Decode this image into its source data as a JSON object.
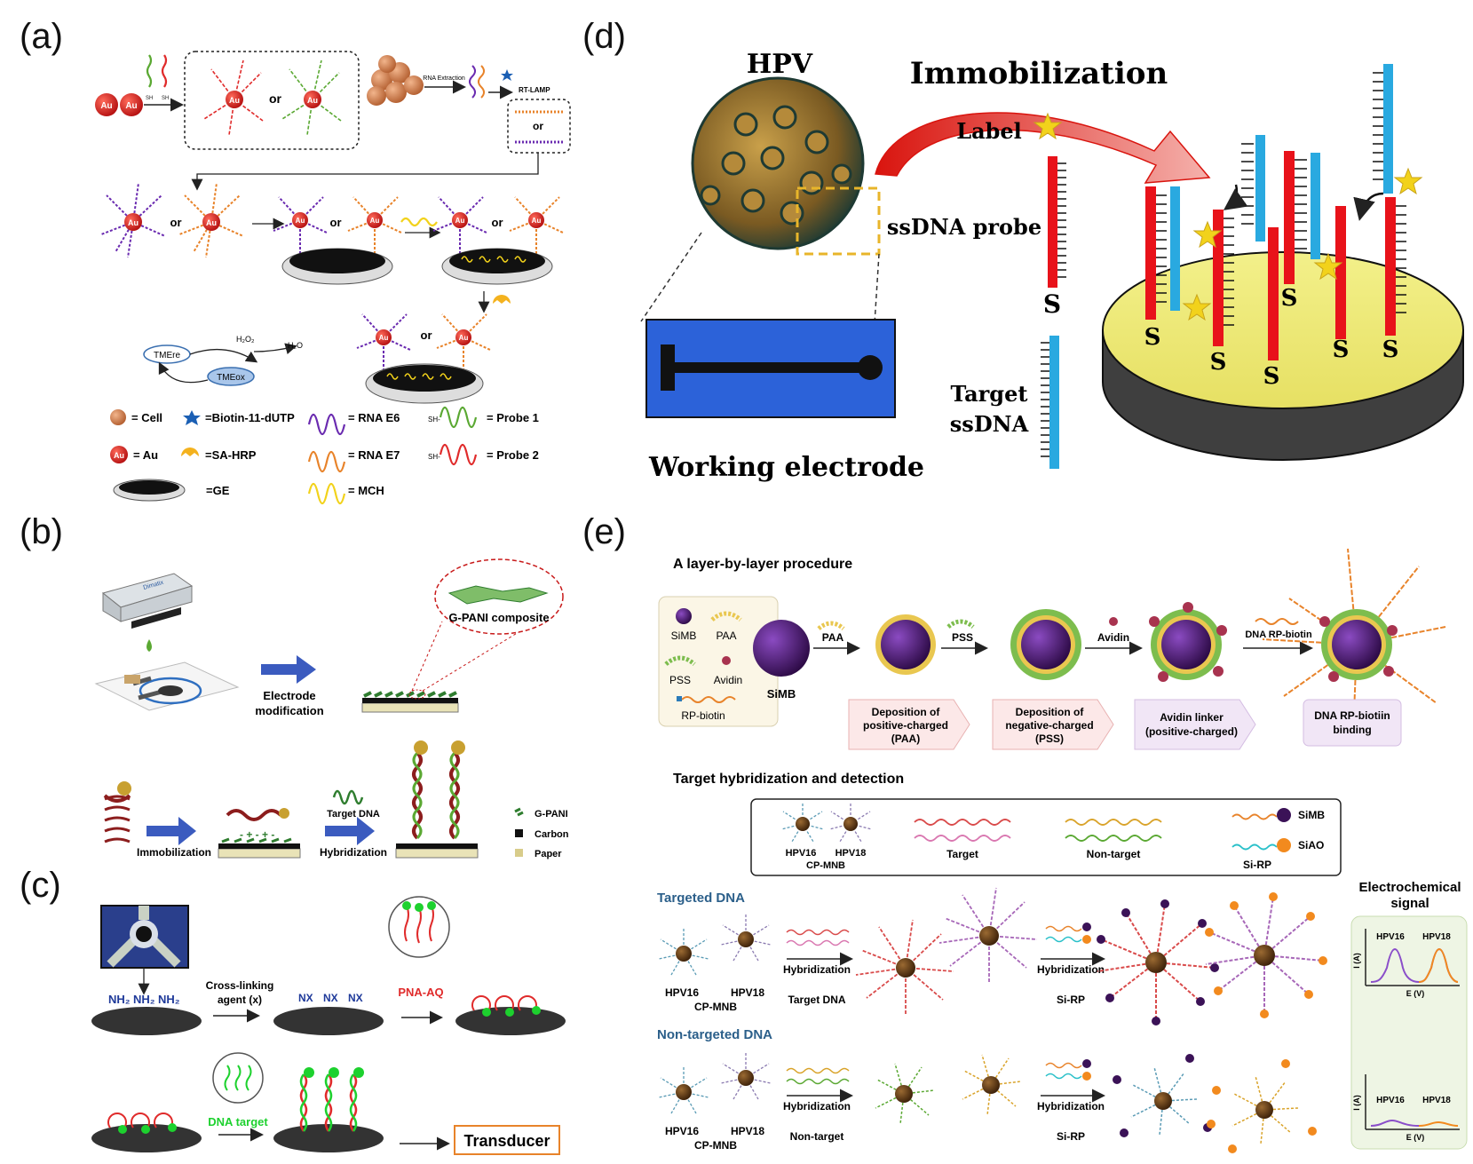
{
  "panels": {
    "a": {
      "label": "(a)",
      "au": "Au",
      "sh": "SH",
      "or": "or",
      "rna_extraction": "RNA Extraction",
      "rt_lamp": "RT-LAMP",
      "h2o2": "H₂O₂",
      "h2o": "H₂O",
      "tme_re": "TMEre",
      "tme_ox": "TMEox",
      "legend": {
        "cell": "= Cell",
        "biotin": "=Biotin-11-dUTP",
        "rna_e6": "= RNA E6",
        "probe1": "= Probe 1",
        "au": "= Au",
        "sa_hrp": "=SA-HRP",
        "rna_e7": "= RNA E7",
        "probe2": "= Probe 2",
        "ge": "=GE",
        "mch": "= MCH",
        "sh_prefix": "SH-"
      }
    },
    "b": {
      "label": "(b)",
      "composite": "G-PANI composite",
      "electrode_mod_1": "Electrode",
      "electrode_mod_2": "modification",
      "target_dna": "Target DNA",
      "immobilization": "Immobilization",
      "hybridization": "Hybridization",
      "legend_gpani": "G-PANI",
      "legend_carbon": "Carbon",
      "legend_paper": "Paper",
      "printer_brand": "Dimatix"
    },
    "c": {
      "label": "(c)",
      "nh2": "NH₂",
      "cross_1": "Cross-linking",
      "cross_2": "agent (x)",
      "nx": "NX",
      "pna_aq": "PNA-AQ",
      "dna_target": "DNA target",
      "transducer": "Transducer"
    },
    "d": {
      "label": "(d)",
      "hpv": "HPV",
      "immobilization": "Immobilization",
      "label_text": "Label",
      "ssdna_probe": "ssDNA probe",
      "s": "S",
      "target_1": "Target",
      "target_2": "ssDNA",
      "working_electrode": "Working electrode"
    },
    "e": {
      "label": "(e)",
      "lbl_title": "A layer-by-layer procedure",
      "box_simb": "SiMB",
      "box_paa": "PAA",
      "box_pss": "PSS",
      "box_avidin": "Avidin",
      "box_rp": "RP-biotin",
      "simb": "SiMB",
      "arrow_paa": "PAA",
      "arrow_pss": "PSS",
      "arrow_avidin": "Avidin",
      "arrow_dna": "DNA RP-biotin",
      "step1": [
        "Deposition of",
        "positive-charged",
        "(PAA)"
      ],
      "step2": [
        "Deposition of",
        "negative-charged",
        "(PSS)"
      ],
      "step3": [
        "Avidin linker",
        "(positive-charged)"
      ],
      "step4": [
        "DNA RP-biotiin",
        "binding"
      ],
      "hyb_title": "Target hybridization and detection",
      "leg_hpv16": "HPV16",
      "leg_hpv18": "HPV18",
      "leg_cpmnb": "CP-MNB",
      "leg_target": "Target",
      "leg_nontarget": "Non-target",
      "leg_simb": "SiMB",
      "leg_siao": "SiAO",
      "leg_sirp": "Si-RP",
      "targeted": "Targeted DNA",
      "nontargeted": "Non-targeted DNA",
      "hybridization": "Hybridization",
      "target_dna": "Target DNA",
      "non_target": "Non-target",
      "si_rp": "Si-RP",
      "hpv16": "HPV16",
      "hpv18": "HPV18",
      "cp_mnb": "CP-MNB",
      "signal_1": "Electrochemical",
      "signal_2": "signal",
      "axis_i": "I (A)",
      "axis_e": "E (V)"
    }
  },
  "colors": {
    "au_red": "#d81e1e",
    "dna_red": "#e63a2e",
    "dna_blue": "#29a9e0",
    "dark_navy": "#0d1a6b",
    "electrode_blue": "#2c62d9",
    "arrow_blue": "#3b5bbf",
    "gold": "#e8b52a",
    "bead_purple": "#3b1257",
    "bead_brown": "#5a3311",
    "paa_yellow": "#e9c750",
    "pss_green": "#7dbd4e",
    "avidin_red": "#a8334f"
  }
}
